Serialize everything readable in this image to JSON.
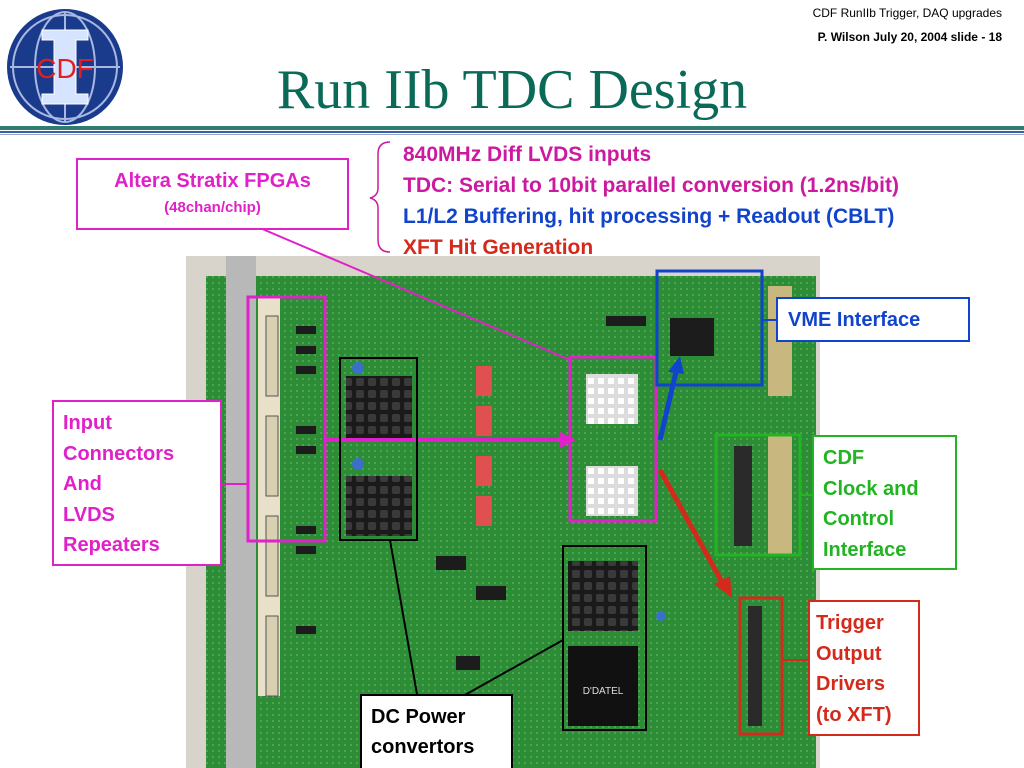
{
  "header": {
    "line_1": "CDF RunIIb  Trigger, DAQ upgrades",
    "line_2": "P. Wilson   July 20,  2004  slide - 18"
  },
  "logo": {
    "text": "CDF"
  },
  "title": "Run IIb TDC Design",
  "features": [
    {
      "text": "840MHz Diff LVDS inputs",
      "color": "#cc1aa0"
    },
    {
      "text": "TDC: Serial to 10bit parallel conversion (1.2ns/bit)",
      "color": "#cc1aa0"
    },
    {
      "text": "L1/L2 Buffering, hit processing + Readout (CBLT)",
      "color": "#1144cc"
    },
    {
      "text": "XFT Hit Generation",
      "color": "#d42a1c"
    }
  ],
  "callouts": {
    "fpga": {
      "title": "Altera Stratix FPGAs",
      "subtitle": "(48chan/chip)",
      "color": "#e020c8"
    },
    "vme": {
      "text": "VME Interface",
      "color": "#1144cc"
    },
    "input": {
      "lines": [
        "Input",
        "Connectors",
        "And",
        "LVDS",
        "Repeaters"
      ],
      "color": "#e020c8"
    },
    "clock": {
      "lines": [
        "CDF",
        "Clock and",
        "Control",
        "Interface"
      ],
      "color": "#22b422"
    },
    "trigger": {
      "lines": [
        "Trigger",
        "Output",
        "Drivers",
        "(to XFT)"
      ],
      "color": "#d42a1c"
    },
    "power": {
      "lines": [
        "DC Power",
        "convertors"
      ],
      "color": "#000000"
    }
  },
  "photo": {
    "chip_label": "D'DATEL"
  }
}
